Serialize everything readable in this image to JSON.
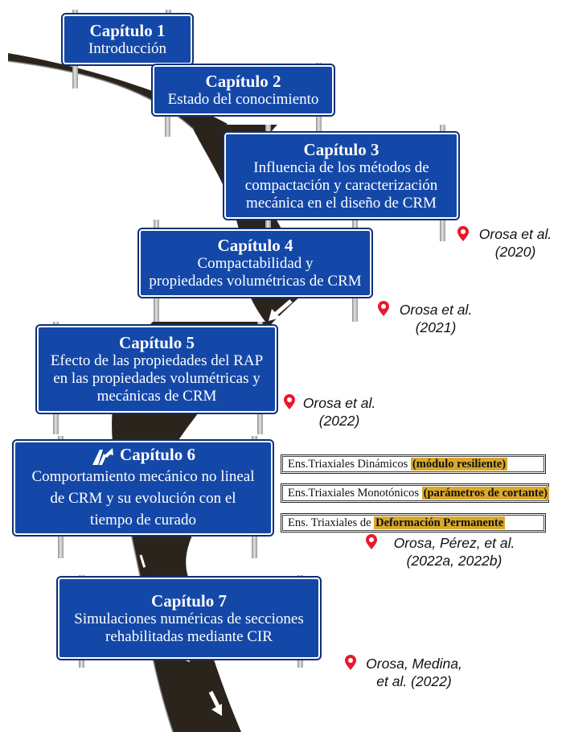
{
  "chapters": [
    {
      "title": "Capítulo 1",
      "lines": [
        "Introducción"
      ]
    },
    {
      "title": "Capítulo 2",
      "lines": [
        "Estado del conocimiento"
      ]
    },
    {
      "title": "Capítulo 3",
      "lines": [
        "Influencia de los métodos de",
        "compactación y caracterización",
        "mecánica en el diseño de CRM"
      ]
    },
    {
      "title": "Capítulo 4",
      "lines": [
        "Compactabilidad y",
        "propiedades volumétricas de CRM"
      ]
    },
    {
      "title": "Capítulo 5",
      "lines": [
        "Efecto de las propiedades del RAP",
        "en las propiedades volumétricas y",
        "mecánicas de CRM"
      ]
    },
    {
      "title": "Capítulo 6",
      "lines": [
        "Comportamiento mecánico no lineal",
        "de CRM y su evolución con el",
        "tiempo de curado"
      ]
    },
    {
      "title": "Capítulo 7",
      "lines": [
        "Simulaciones numéricas de secciones",
        "rehabilitadas mediante CIR"
      ]
    }
  ],
  "references": [
    {
      "lines": [
        "Orosa et al.",
        "(2020)"
      ]
    },
    {
      "lines": [
        "Orosa et al.",
        "(2021)"
      ]
    },
    {
      "lines": [
        "Orosa et al.",
        "(2022)"
      ]
    },
    {
      "lines": [
        "Orosa, Pérez, et al.",
        "(2022a, 2022b)"
      ]
    },
    {
      "lines": [
        "Orosa, Medina,",
        "et al. (2022)"
      ]
    }
  ],
  "tests": [
    {
      "prefix": "Ens.Triaxiales Dinámicos ",
      "highlight": "(módulo resiliente)"
    },
    {
      "prefix": "Ens.Triaxiales Monotónicos ",
      "highlight": "(parámetros de cortante)"
    },
    {
      "prefix": "Ens. Triaxiales de ",
      "highlight": "Deformación Permanente"
    }
  ],
  "colors": {
    "sign": "#1448a8",
    "pin": "#e8192c",
    "highlight": "#d9a92c",
    "road": "#2b241d"
  },
  "icons": {
    "exit": "exit-arrow-icon",
    "pin": "map-pin-icon"
  }
}
